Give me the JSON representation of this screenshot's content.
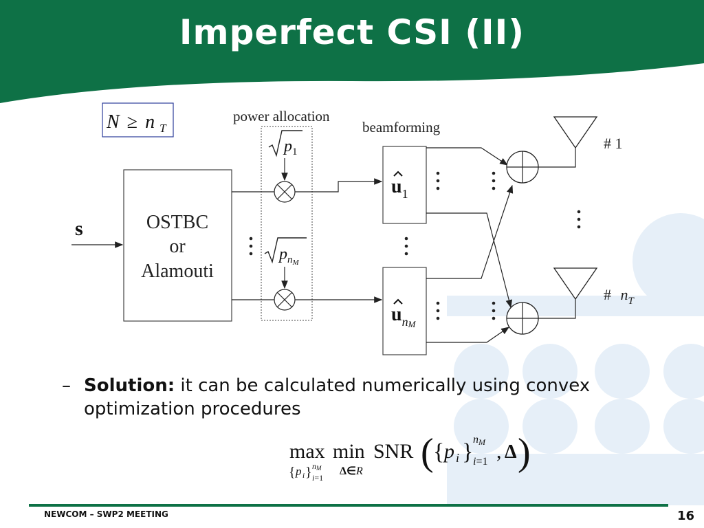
{
  "slide": {
    "title": "Imperfect CSI (II)",
    "colors": {
      "header": "#0e7146",
      "watermark": "#e8f0f8",
      "formula_box_border": "#2b3c9a"
    }
  },
  "diagram": {
    "condition": {
      "N": "N",
      "geq": "≥",
      "n": "n",
      "sub": "T"
    },
    "power_allocation_label": "power allocation",
    "beamforming_label": "beamforming",
    "encoder_lines": [
      "OSTBC",
      "or",
      "Alamouti"
    ],
    "input_symbol": "s",
    "p1": {
      "p": "p",
      "sub": "1"
    },
    "pnm": {
      "p": "p",
      "sub": "n",
      "subsub": "M"
    },
    "u1": {
      "u": "u",
      "sub": "1"
    },
    "unm": {
      "u": "u",
      "sub": "n",
      "subsub": "M"
    },
    "antenna1_label": "# 1",
    "antennaT_label": {
      "hash": "#",
      "n": "n",
      "sub": "T"
    },
    "icons": [
      "multiplier-icon",
      "adder-icon",
      "antenna-icon",
      "vertical-ellipsis-icon"
    ]
  },
  "bullet": {
    "dash": "–",
    "bold": "Solution:",
    "text": " it can be calculated numerically using convex optimization procedures"
  },
  "formula": {
    "max": "max",
    "min": "min",
    "snr": "SNR",
    "p": "p",
    "i": "i",
    "lower_i": "i",
    "eq1": "=1",
    "n": "n",
    "M": "M",
    "comma": ",",
    "delta": "Δ",
    "delta_set": "Δ∈",
    "R": "R",
    "lbrace": "{",
    "rbrace": "}",
    "lparen": "(",
    "rparen": ")"
  },
  "footer": {
    "meeting": "NEWCOM – SWP2 MEETING",
    "page": "16"
  }
}
